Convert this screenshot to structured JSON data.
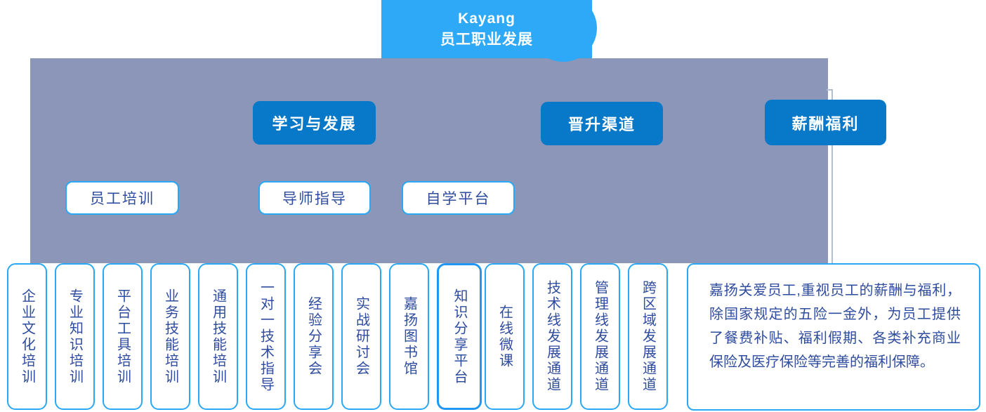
{
  "root": {
    "line1": "Kayang",
    "line2": "员工职业发展"
  },
  "categories": [
    {
      "label": "学习与发展"
    },
    {
      "label": "晋升渠道"
    },
    {
      "label": "薪酬福利"
    }
  ],
  "subcategories": [
    {
      "label": "员工培训"
    },
    {
      "label": "导师指导"
    },
    {
      "label": "自学平台"
    }
  ],
  "items": [
    {
      "label": "企业文化培训",
      "emphasized": false
    },
    {
      "label": "专业知识培训",
      "emphasized": false
    },
    {
      "label": "平台工具培训",
      "emphasized": false
    },
    {
      "label": "业务技能培训",
      "emphasized": false
    },
    {
      "label": "通用技能培训",
      "emphasized": false
    },
    {
      "label": "一对一技术指导",
      "emphasized": false
    },
    {
      "label": "经验分享会",
      "emphasized": false
    },
    {
      "label": "实战研讨会",
      "emphasized": false
    },
    {
      "label": "嘉扬图书馆",
      "emphasized": false
    },
    {
      "label": "知识分享平台",
      "emphasized": true
    },
    {
      "label": "在线微课",
      "emphasized": false
    },
    {
      "label": "技术线发展通道",
      "emphasized": false
    },
    {
      "label": "管理线发展通道",
      "emphasized": false
    },
    {
      "label": "跨区域发展通道",
      "emphasized": false
    }
  ],
  "note": {
    "text": "嘉扬关爱员工,重视员工的薪酬与福利，除国家规定的五险一金外，为员工提供了餐费补贴、福利假期、各类补充商业保险及医疗保险等完善的福利保障。"
  },
  "colors": {
    "sky_blue": "#2EA9F8",
    "dark_blue": "#0878C8",
    "panel_gray": "#8B96B8",
    "navy_text": "#2F4C9E",
    "connector_gray": "#b5becd"
  }
}
